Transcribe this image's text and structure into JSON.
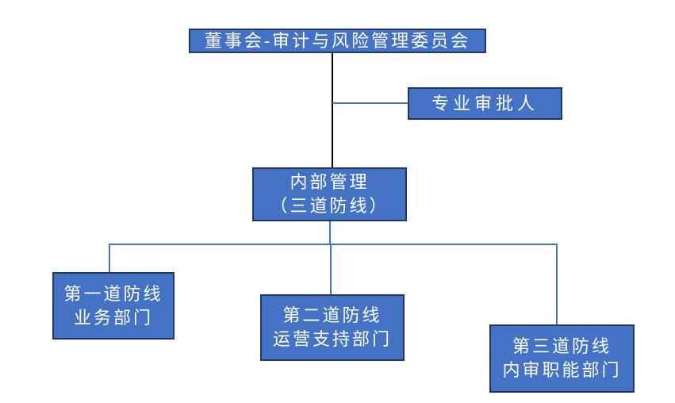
{
  "diagram": {
    "type": "org-chart",
    "background": "#ffffff"
  },
  "colors": {
    "node_fill": "#4472C4",
    "node_border": "#1F3864",
    "node_text": "#ffffff",
    "connector_blue": "#4472C4",
    "connector_black": "#000000"
  },
  "nodes": {
    "board": {
      "label": "董事会-审计与风险管理委员会"
    },
    "approver": {
      "label": "专业审批人"
    },
    "internal": {
      "line1": "内部管理",
      "line2": "（三道防线）"
    },
    "defense1": {
      "line1": "第一道防线",
      "line2": "业务部门"
    },
    "defense2": {
      "line1": "第二道防线",
      "line2": "运营支持部门"
    },
    "defense3": {
      "line1": "第三道防线",
      "line2": "内审职能部门"
    }
  }
}
